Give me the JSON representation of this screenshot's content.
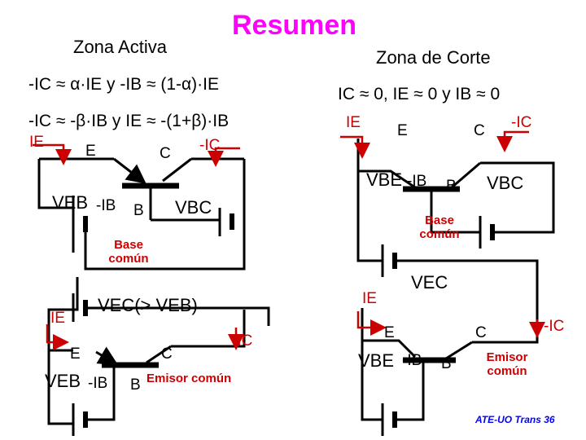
{
  "title": "Resumen",
  "active": {
    "heading": "Zona Activa",
    "eq1": "-IC ≈ α·IE  y  -IB ≈ (1-α)·IE",
    "eq2": "-IC ≈ -β·IB  y  IE ≈ -(1+β)·IB",
    "cb": {
      "ie": "IE",
      "e": "E",
      "c": "C",
      "ic": "-IC",
      "veb": "VEB",
      "ib": "-IB",
      "b": "B",
      "vbc": "VBC",
      "base": "Base común"
    },
    "ce": {
      "vec": "VEC(> VEB)",
      "ie": "IE",
      "e": "E",
      "c": "C",
      "ic": "-IC",
      "veb": "VEB",
      "ib": "-IB",
      "b": "B",
      "emisor": "Emisor común"
    }
  },
  "cutoff": {
    "heading": "Zona de Corte",
    "eq": "IC ≈ 0,  IE ≈ 0  y  IB ≈ 0",
    "cb": {
      "ie": "IE",
      "e": "E",
      "c": "C",
      "ic": "-IC",
      "vbe": "VBE",
      "ib": "-IB",
      "b": "B",
      "vbc": "VBC",
      "base": "Base común"
    },
    "ce": {
      "vec": "VEC",
      "ie": "IE",
      "e": "E",
      "c": "C",
      "ic": "-IC",
      "vbe": "VBE",
      "ib": "-IB",
      "b": "B",
      "emisor": "Emisor común"
    }
  },
  "footer": "ATE-UO Trans 36",
  "colors": {
    "title": "#ff00ff",
    "arrow": "#cc0000",
    "footer": "#0000ff"
  }
}
